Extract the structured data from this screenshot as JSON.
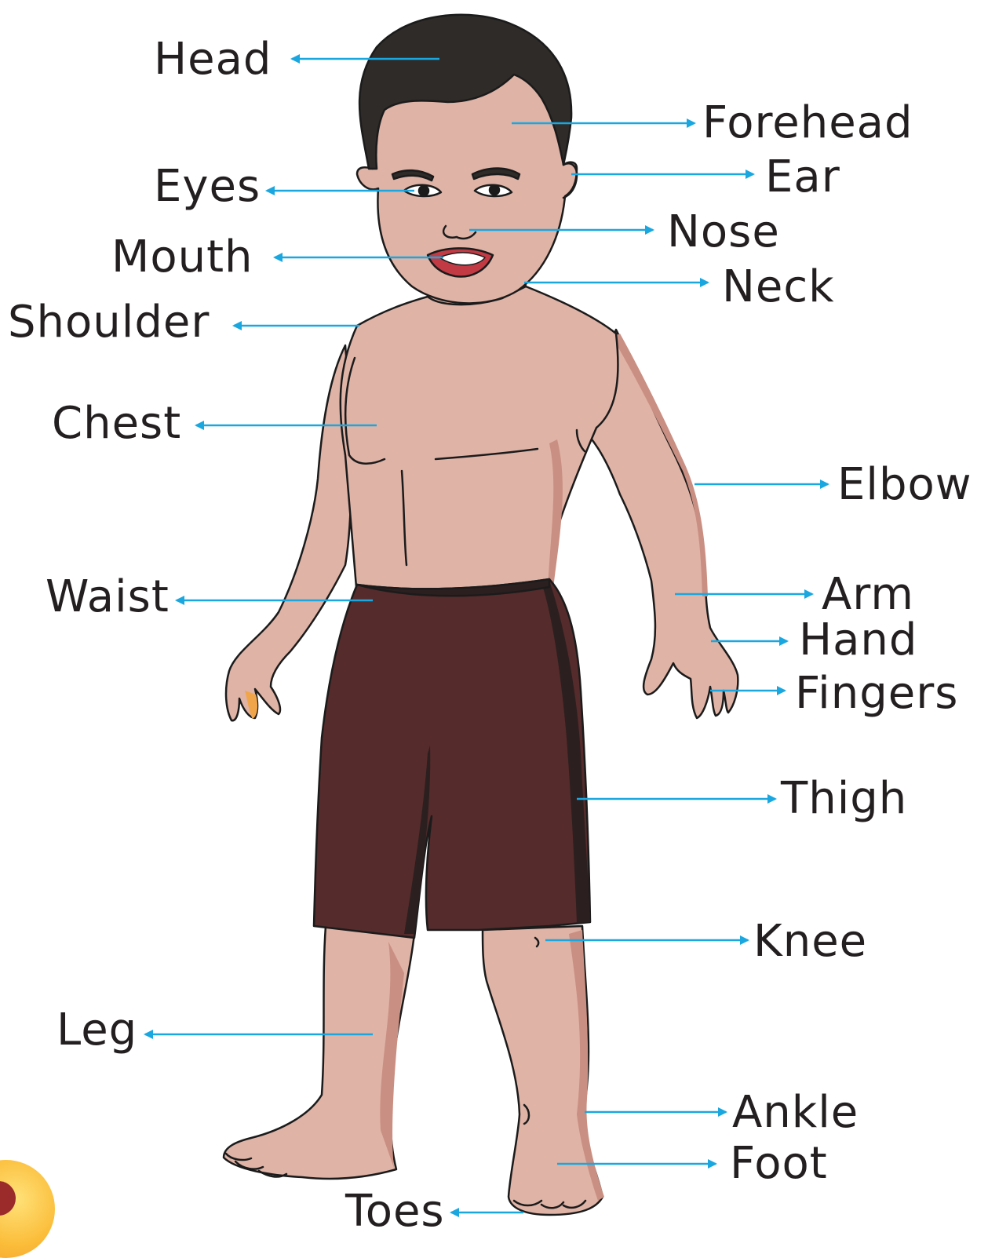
{
  "labels": {
    "head": "Head",
    "forehead": "Forehead",
    "eyes": "Eyes",
    "ear": "Ear",
    "nose": "Nose",
    "mouth": "Mouth",
    "neck": "Neck",
    "shoulder": "Shoulder",
    "chest": "Chest",
    "elbow": "Elbow",
    "waist": "Waist",
    "arm": "Arm",
    "hand": "Hand",
    "fingers": "Fingers",
    "thigh": "Thigh",
    "knee": "Knee",
    "leg": "Leg",
    "ankle": "Ankle",
    "foot": "Foot",
    "toes": "Toes"
  },
  "colors": {
    "arrow": "#1aa7e0",
    "skin": "#dfb3a6",
    "skin_shadow": "#c98f82",
    "hair": "#2e2b28",
    "shorts": "#552b2c",
    "shorts_dark": "#2c1f1f",
    "outline": "#1b1b1b",
    "text": "#231f20"
  }
}
